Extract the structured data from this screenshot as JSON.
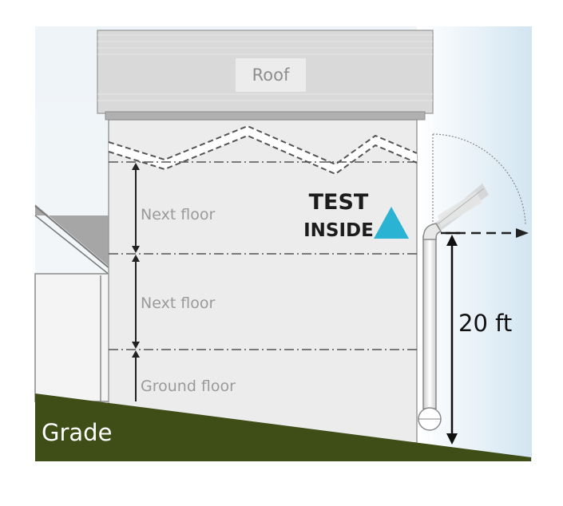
{
  "labels": {
    "roof": "Roof",
    "floor_upper": "Next floor",
    "floor_middle": "Next floor",
    "floor_ground": "Ground floor",
    "test_line1": "TEST",
    "test_line2": "INSIDE",
    "height": "20 ft",
    "grade": "Grade"
  },
  "colors": {
    "grade": "#3f4d16",
    "test_triangle": "#2bb3d4",
    "wall": "#ececec",
    "roof": "#d9d9d9",
    "sky_tint": "#ddebf4"
  },
  "icons": {
    "test_marker": "triangle-icon",
    "radon_fan": "fan-icon"
  }
}
